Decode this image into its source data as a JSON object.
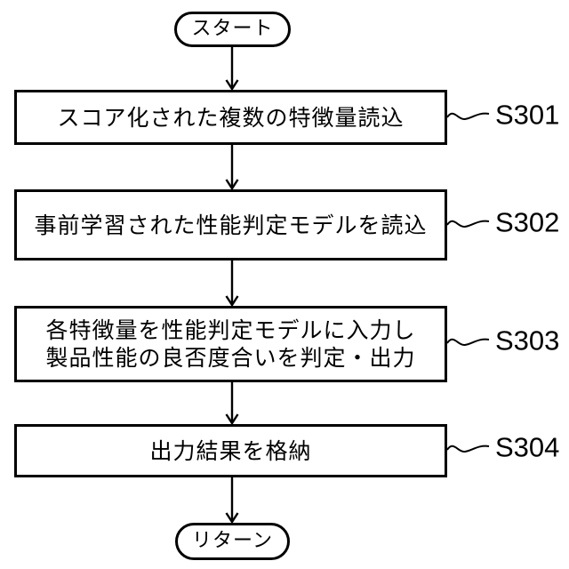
{
  "flowchart": {
    "start_label": "スタート",
    "end_label": "リターン",
    "steps": [
      {
        "label": "S301",
        "text": "スコア化された複数の特徴量読込"
      },
      {
        "label": "S302",
        "text": "事前学習された性能判定モデルを読込"
      },
      {
        "label": "S303",
        "text": "各特徴量を性能判定モデルに入力し\n製品性能の良否度合いを判定・出力"
      },
      {
        "label": "S304",
        "text": "出力結果を格納"
      }
    ],
    "colors": {
      "line": "#000000",
      "background": "#ffffff",
      "text": "#000000"
    }
  }
}
